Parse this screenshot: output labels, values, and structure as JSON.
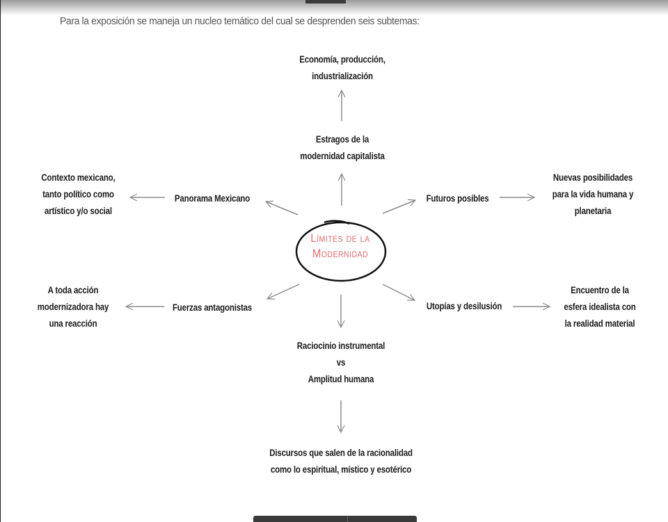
{
  "intro": "Para la exposición se maneja un nucleo temático del cual se desprenden seis subtemas:",
  "center": {
    "line1": "Límites de la",
    "line2": "Modernidad",
    "color": "#e06b6b"
  },
  "nodes": {
    "estragos": "Estragos de la\nmodernidad capitalista",
    "economia": "Economía,  producción,\nindustrialización",
    "panorama": "Panorama Mexicano",
    "contexto": "Contexto mexicano,\ntanto político como\nartístico y/o social",
    "futuros": "Futuros posibles",
    "nuevas": "Nuevas posibilidades\npara la vida humana y\nplanetaria",
    "fuerzas": "Fuerzas antagonistas",
    "accion": "A toda acción\nmodernizadora hay\nuna reacción",
    "utopias": "Utopías y desilusión",
    "encuentro": "Encuentro de la\nesfera idealista con\nla realidad material",
    "raciocinio": "Raciocinio instrumental\nvs\nAmplitud humana",
    "discursos": "Discursos que salen de la racionalidad\ncomo lo espiritual, místico y esotérico"
  }
}
